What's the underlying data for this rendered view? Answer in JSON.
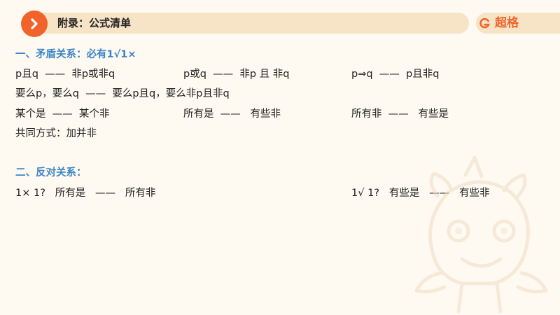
{
  "header": {
    "title": "附录：公式清单",
    "brand": "超格",
    "accent": "#f0642c",
    "section_color": "#3d86c6"
  },
  "section1": {
    "title": "一、矛盾关系：必有1√1×",
    "rows": [
      [
        "p且q  ——  非p或非q",
        "p或q  ——  非p 且 非q",
        "p⇒q  ——  p且非q"
      ],
      [
        "要么p，要么q  ——  要么p且q，要么非p且非q",
        "",
        ""
      ],
      [
        "某个是  ——  某个非",
        "所有是  ——   有些非",
        "所有非  ——   有些是"
      ],
      [
        "共同方式：加并非",
        "",
        ""
      ]
    ]
  },
  "section2": {
    "title": "二、反对关系：",
    "left": "1× 1?   所有是   ——   所有非",
    "right": "1√ 1?   有些是   ——   有些非"
  }
}
